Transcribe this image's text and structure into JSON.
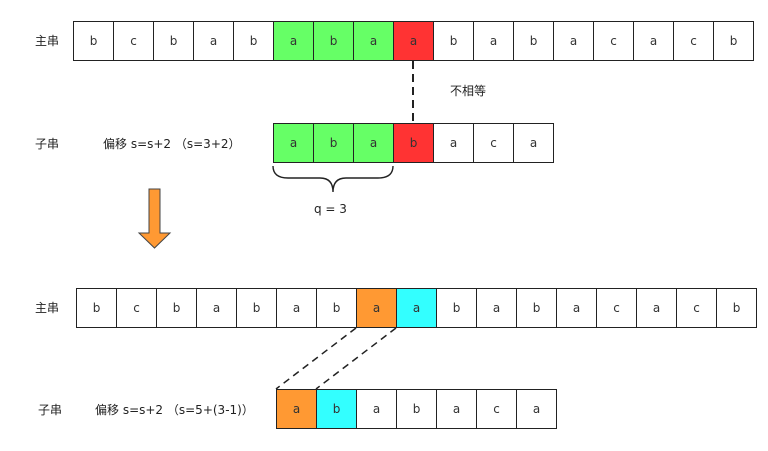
{
  "top": {
    "main_label": "主串",
    "main_cells": [
      "b",
      "c",
      "b",
      "a",
      "b",
      "a",
      "b",
      "a",
      "a",
      "b",
      "a",
      "b",
      "a",
      "c",
      "a",
      "c",
      "b"
    ],
    "sub_label": "子串",
    "sub_shift": "偏移 s=s+2 （s=3+2）",
    "sub_cells": [
      "a",
      "b",
      "a",
      "b",
      "a",
      "c",
      "a"
    ],
    "mismatch_label": "不相等",
    "brace_label": "q = 3"
  },
  "bottom": {
    "main_label": "主串",
    "main_cells": [
      "b",
      "c",
      "b",
      "a",
      "b",
      "a",
      "b",
      "a",
      "a",
      "b",
      "a",
      "b",
      "a",
      "c",
      "a",
      "c",
      "b"
    ],
    "sub_label": "子串",
    "sub_shift": "偏移 s=s+2 （s=5+(3-1)）",
    "sub_cells": [
      "a",
      "b",
      "a",
      "b",
      "a",
      "c",
      "a"
    ]
  },
  "colors": {
    "green": "#66ff66",
    "red": "#ff3333",
    "orange": "#ff9933",
    "cyan": "#33ffff"
  }
}
